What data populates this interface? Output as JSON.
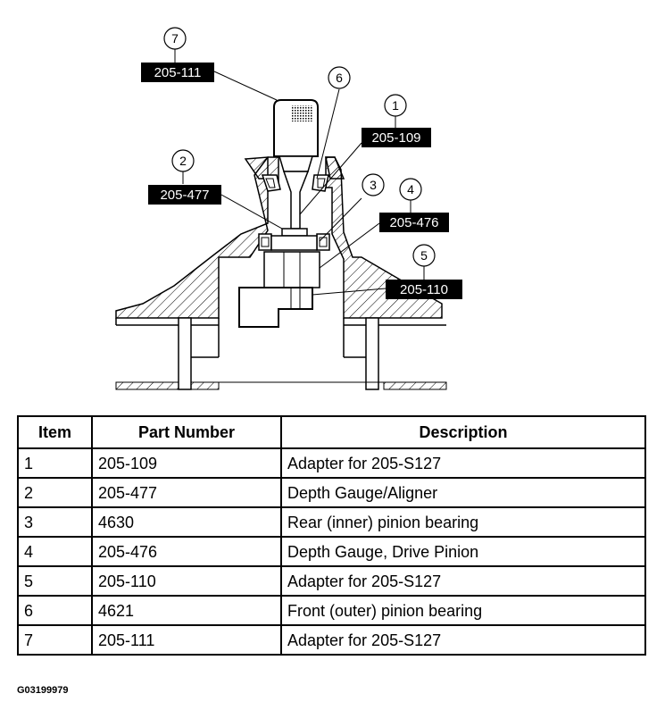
{
  "callouts": [
    {
      "num": "7",
      "part": "205-111"
    },
    {
      "num": "6",
      "part": ""
    },
    {
      "num": "1",
      "part": "205-109"
    },
    {
      "num": "2",
      "part": "205-477"
    },
    {
      "num": "3",
      "part": ""
    },
    {
      "num": "4",
      "part": "205-476"
    },
    {
      "num": "5",
      "part": "205-110"
    }
  ],
  "table": {
    "headers": {
      "item": "Item",
      "part_number": "Part Number",
      "description": "Description"
    },
    "rows": [
      {
        "item": "1",
        "part_number": "205-109",
        "description": "Adapter for 205-S127"
      },
      {
        "item": "2",
        "part_number": "205-477",
        "description": "Depth Gauge/Aligner"
      },
      {
        "item": "3",
        "part_number": "4630",
        "description": "Rear (inner) pinion bearing"
      },
      {
        "item": "4",
        "part_number": "205-476",
        "description": "Depth Gauge, Drive Pinion"
      },
      {
        "item": "5",
        "part_number": "205-110",
        "description": "Adapter for 205-S127"
      },
      {
        "item": "6",
        "part_number": "4621",
        "description": "Front (outer) pinion bearing"
      },
      {
        "item": "7",
        "part_number": "205-111",
        "description": "Adapter for 205-S127"
      }
    ]
  },
  "figure_id": "G03199979"
}
